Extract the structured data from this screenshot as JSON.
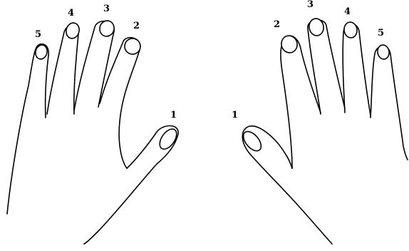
{
  "hands": {
    "left": {
      "finger_labels": {
        "thumb": "1",
        "index": "2",
        "middle": "3",
        "ring": "4",
        "little": "5"
      }
    },
    "right": {
      "finger_labels": {
        "thumb": "1",
        "index": "2",
        "middle": "3",
        "ring": "4",
        "little": "5"
      }
    }
  },
  "colors": {
    "line": "#000000",
    "background": "#ffffff"
  }
}
